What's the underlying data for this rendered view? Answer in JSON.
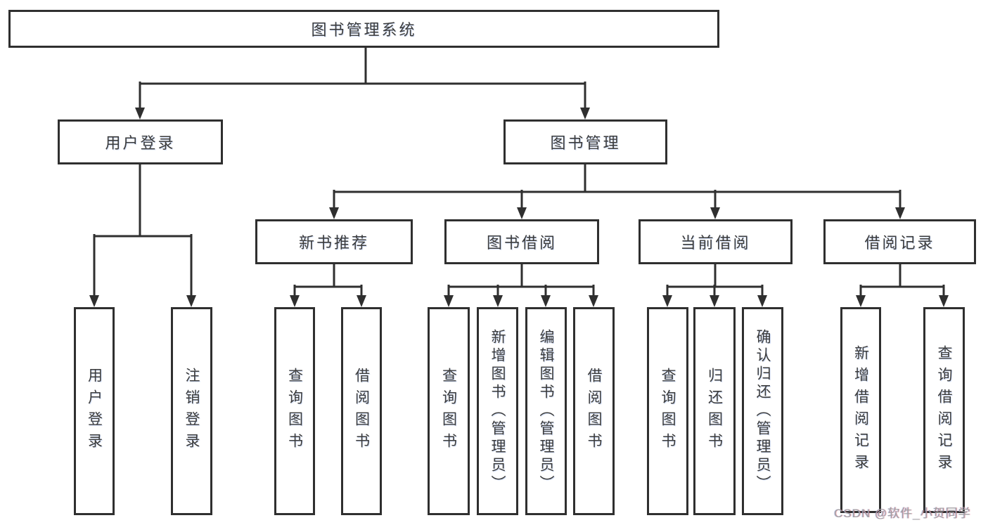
{
  "diagram": {
    "root": {
      "label": "图书管理系统"
    },
    "level2": [
      {
        "label": "用户登录"
      },
      {
        "label": "图书管理"
      }
    ],
    "level3": [
      {
        "label": "新书推荐"
      },
      {
        "label": "图书借阅"
      },
      {
        "label": "当前借阅"
      },
      {
        "label": "借阅记录"
      }
    ],
    "leaves": {
      "user_login": [
        {
          "label": "用户登录"
        },
        {
          "label": "注销登录"
        }
      ],
      "new_book_recommend": [
        {
          "label": "查询图书"
        },
        {
          "label": "借阅图书"
        }
      ],
      "book_borrowing": [
        {
          "label": "查询图书"
        },
        {
          "label": "新增图书（管理员）"
        },
        {
          "label": "编辑图书（管理员）"
        },
        {
          "label": "借阅图书"
        }
      ],
      "current_borrowing": [
        {
          "label": "查询图书"
        },
        {
          "label": "归还图书"
        },
        {
          "label": "确认归还（管理员）"
        }
      ],
      "borrowing_records": [
        {
          "label": "新增借阅记录"
        },
        {
          "label": "查询借阅记录"
        }
      ]
    }
  },
  "watermark": {
    "text": "CSDN @软件_小贺同学"
  },
  "colors": {
    "background": "#ffffff",
    "line": "#2f2f2f",
    "text": "#3c3c3c",
    "watermark": "#a0a0a3"
  }
}
